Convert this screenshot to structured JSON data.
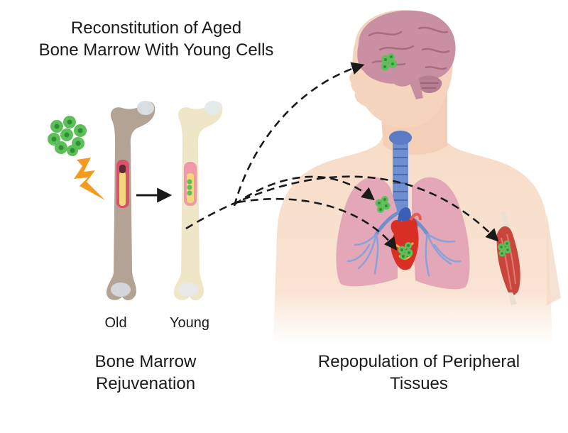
{
  "title": {
    "line1": "Reconstitution of Aged",
    "line2": "Bone Marrow With Young Cells"
  },
  "labels": {
    "old": "Old",
    "young": "Young"
  },
  "captions": {
    "left_line1": "Bone Marrow",
    "left_line2": "Rejuvenation",
    "right_line1": "Repopulation of Peripheral",
    "right_line2": "Tissues"
  },
  "icons": [
    "cell-cluster-icon",
    "lightning-bolt-icon",
    "old-bone-icon",
    "young-bone-icon",
    "brain-icon",
    "lungs-icon",
    "heart-icon",
    "trachea-icon",
    "muscle-icon"
  ],
  "colors": {
    "cells": "#5cbf5a",
    "cell_nucleus": "#2f8f35",
    "bolt": "#f39b1f",
    "old_bone": "#b3a394",
    "young_bone": "#efe6c7",
    "marrow": "#d7526a",
    "skin": "#f6d8c2",
    "brain": "#c98fa3",
    "lungs": "#e3a7b8",
    "airways": "#6f8fd0",
    "heart": "#d93025",
    "muscle": "#c9463d",
    "arrow": "#1a1a1a"
  }
}
